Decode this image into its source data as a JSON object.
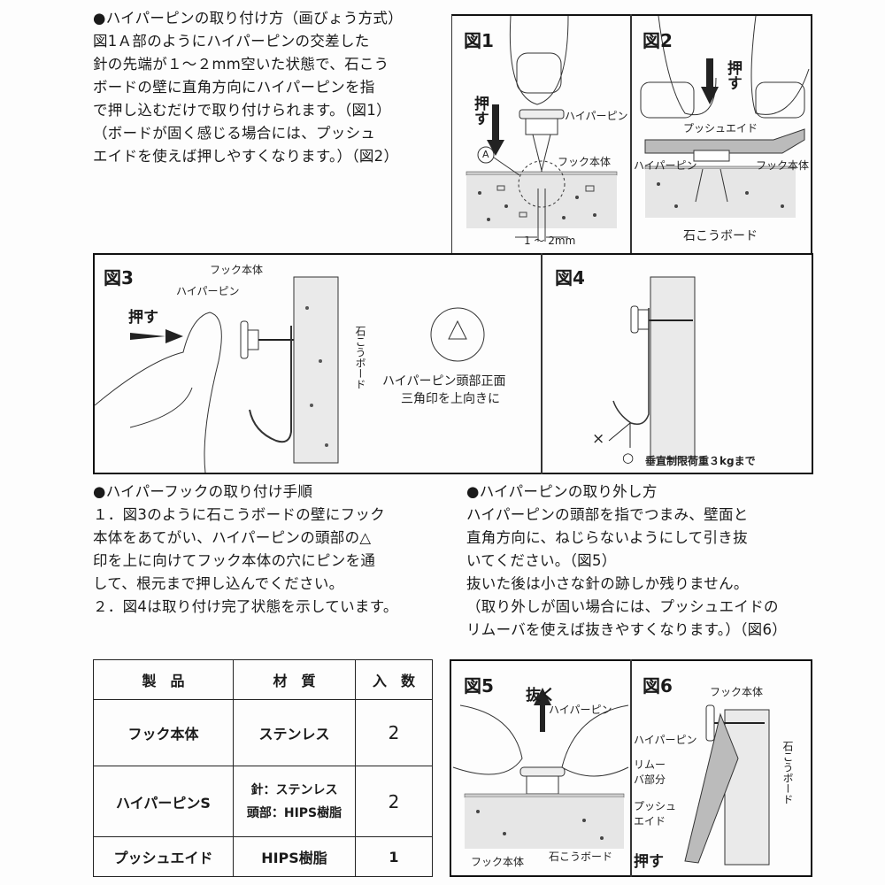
{
  "install_pin": {
    "lines": [
      "●ハイパーピンの取り付け方（画びょう方式）",
      "図1Ａ部のようにハイパーピンの交差した",
      "針の先端が１～２mm空いた状態で、石こう",
      "ボードの壁に直角方向にハイパーピンを指",
      "で押し込むだけで取り付けられます。（図1）",
      "（ボードが固く感じる場合には、プッシュ",
      "エイドを使えば押しやすくなります。）（図2）"
    ]
  },
  "fig1": {
    "title": "図1",
    "push": "押す",
    "pin": "ハイパーピン",
    "hook": "フック本体",
    "mark": "A",
    "gap": "1 ～ 2mm"
  },
  "fig2": {
    "title": "図2",
    "push": "押す",
    "aid": "プッシュエイド",
    "pin": "ハイパーピン",
    "hook": "フック本体",
    "board": "石こうボード"
  },
  "fig3": {
    "title": "図3",
    "hook": "フック本体",
    "pin": "ハイパーピン",
    "push": "押す",
    "board": "石こうボード",
    "note1": "ハイパーピン頭部正面",
    "note2": "三角印を上向きに"
  },
  "fig4": {
    "title": "図4",
    "ng": "×",
    "ok": "○",
    "limit": "垂直制限荷重３kgまで"
  },
  "hook_steps": {
    "lines": [
      "●ハイパーフックの取り付け手順",
      "１．図3のように石こうボードの壁にフック",
      "本体をあてがい、ハイパーピンの頭部の△",
      "印を上に向けてフック本体の穴にピンを通",
      "して、根元まで押し込んでください。",
      "２．図4は取り付け完了状態を示しています。"
    ]
  },
  "remove_pin": {
    "lines": [
      "●ハイパーピンの取り外し方",
      "ハイパーピンの頭部を指でつまみ、壁面と",
      "直角方向に、ねじらないようにして引き抜",
      "いてください。（図5）",
      "抜いた後は小さな針の跡しか残りません。",
      "（取り外しが固い場合には、プッシュエイドの",
      "リムーバを使えば抜きやすくなります。）（図6）"
    ]
  },
  "table": {
    "headers": [
      "製　品",
      "材　質",
      "入　数"
    ],
    "rows": [
      {
        "product": "フック本体",
        "material": [
          "ステンレス"
        ],
        "qty": "2"
      },
      {
        "product": "ハイパーピンS",
        "material": [
          "針：ステンレス",
          "頭部：HIPS樹脂"
        ],
        "qty": "2"
      },
      {
        "product": "プッシュエイド",
        "material": [
          "HIPS樹脂"
        ],
        "qty": "1"
      }
    ]
  },
  "fig5": {
    "title": "図5",
    "pull": "抜く",
    "pin": "ハイパーピン",
    "hook": "フック本体",
    "board": "石こうボード"
  },
  "fig6": {
    "title": "図6",
    "hook": "フック本体",
    "pin": "ハイパーピン",
    "remover": "リムーバ部分",
    "aid": "プッシュエイド",
    "push": "押す",
    "board": "石こうボード"
  }
}
